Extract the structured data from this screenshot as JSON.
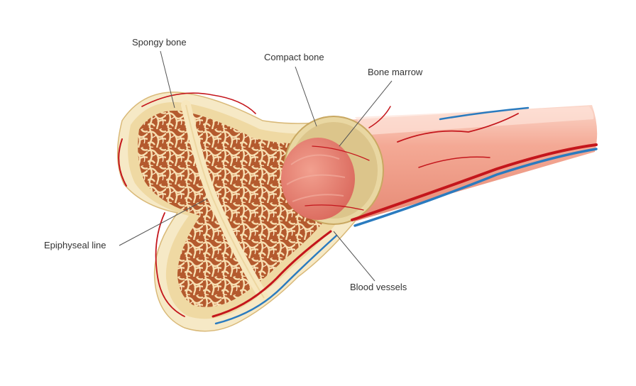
{
  "labels": {
    "spongy_bone": "Spongy bone",
    "compact_bone": "Compact bone",
    "bone_marrow": "Bone marrow",
    "epiphyseal_line": "Epiphyseal line",
    "blood_vessels": "Blood vessels"
  },
  "colors": {
    "shaft": "#f3a48f",
    "shaft_highlight": "#fbd2c4",
    "bone_outer": "#f6e9c6",
    "bone_cortex": "#efd9a3",
    "spongy_bg": "#b45a2e",
    "trabeculae": "#f7deb0",
    "marrow": "#e47b6a",
    "artery": "#c4161c",
    "vein": "#2a7bbf",
    "leader_line": "#555555"
  }
}
